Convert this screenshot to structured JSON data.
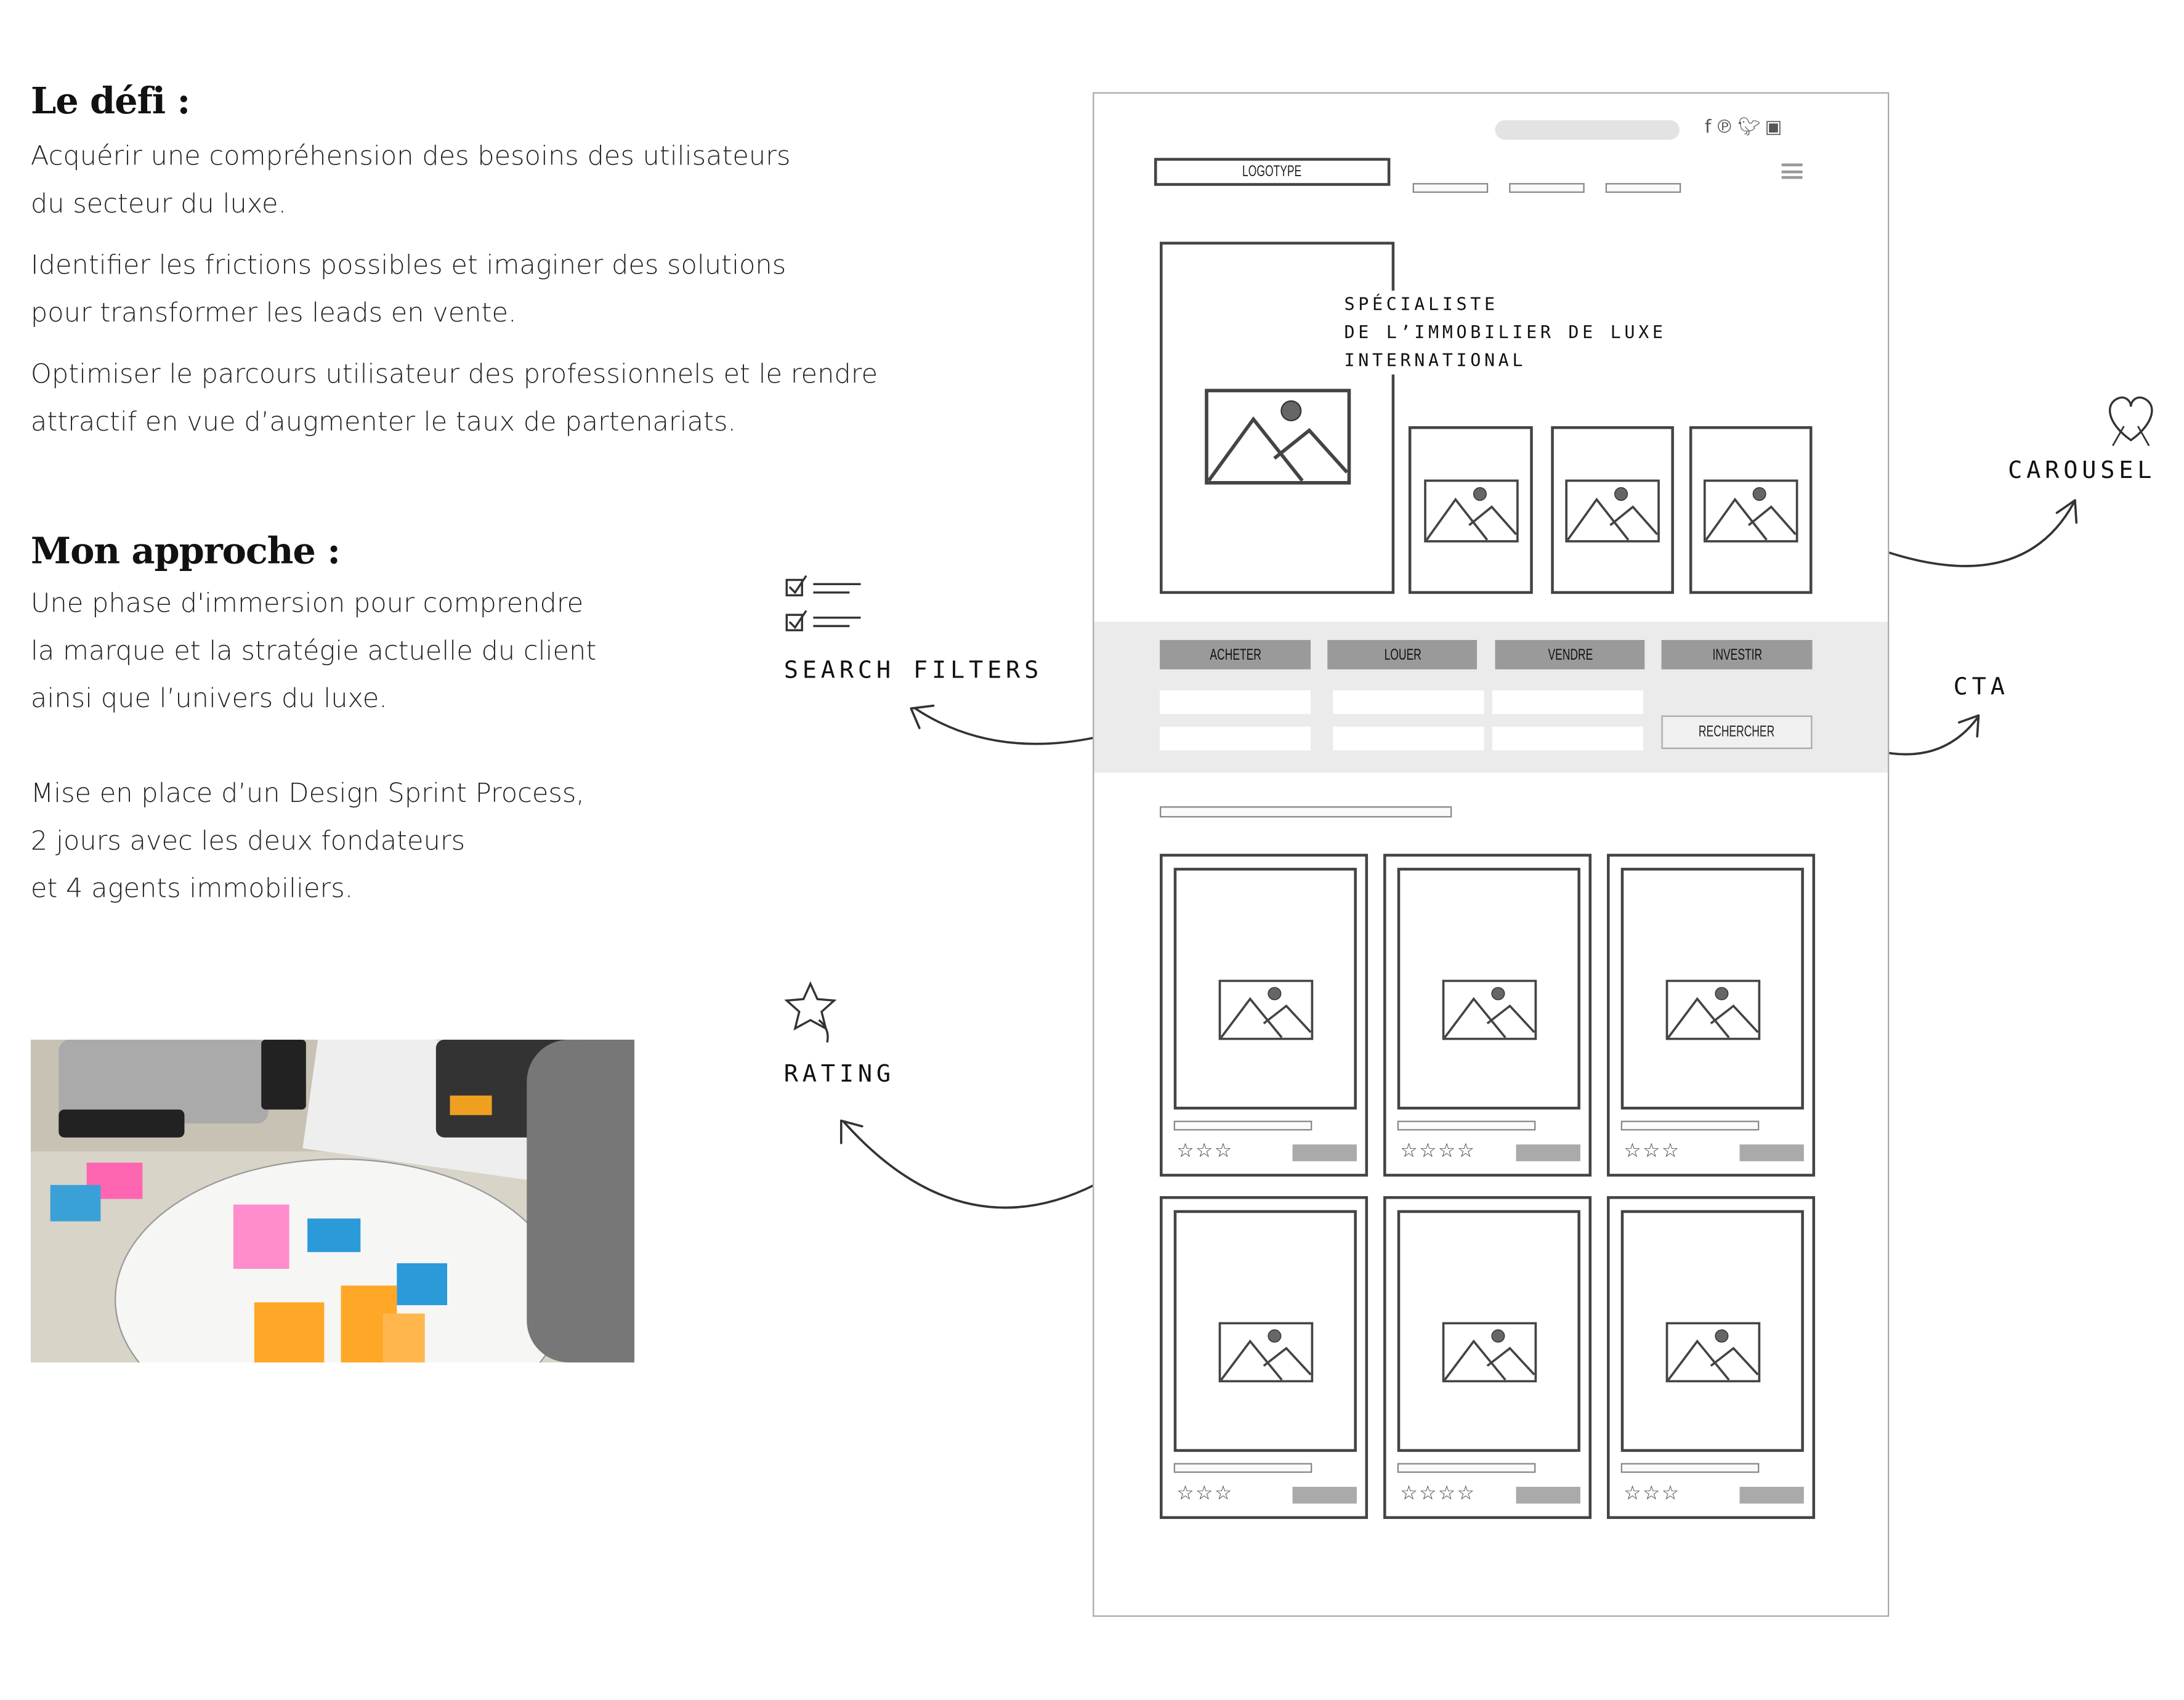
{
  "defi": {
    "title": "Le défi :",
    "paragraphs": [
      [
        "Acquérir une compréhension des besoins des utilisateurs",
        "du secteur du luxe."
      ],
      [
        "Identifier les frictions possibles et imaginer des solutions",
        "pour transformer les leads en vente."
      ],
      [
        "Optimiser le parcours utilisateur des professionnels et le rendre",
        "attractif en vue d’augmenter le taux de partenariats."
      ]
    ]
  },
  "approche": {
    "title": "Mon approche :",
    "paragraphs": [
      [
        "Une phase d'immersion pour comprendre",
        "la marque et la stratégie actuelle du client",
        "ainsi que l’univers du luxe."
      ],
      [
        "Mise en place d’un Design Sprint Process,",
        "2 jours avec les deux fondateurs",
        "et 4 agents immobiliers."
      ]
    ]
  },
  "wireframe": {
    "logo": "LOGOTYPE",
    "social": [
      "facebook-icon",
      "pinterest-icon",
      "twitter-icon",
      "instagram-icon"
    ],
    "hero_lines": [
      "SPÉCIALISTE",
      "DE L’IMMOBILIER DE LUXE",
      "INTERNATIONAL"
    ],
    "tabs": [
      "ACHETER",
      "LOUER",
      "VENDRE",
      "INVESTIR"
    ],
    "search_button": "RECHERCHER",
    "card_ratings": [
      3,
      4,
      3,
      3,
      4,
      3
    ]
  },
  "annotations": {
    "search_filters": "SEARCH FILTERS",
    "rating": "RATING",
    "carousel": "CAROUSEL",
    "cta": "CTA"
  },
  "colors": {
    "band": "#ebebeb",
    "tab": "#9a9a9a",
    "stroke": "#444444"
  }
}
